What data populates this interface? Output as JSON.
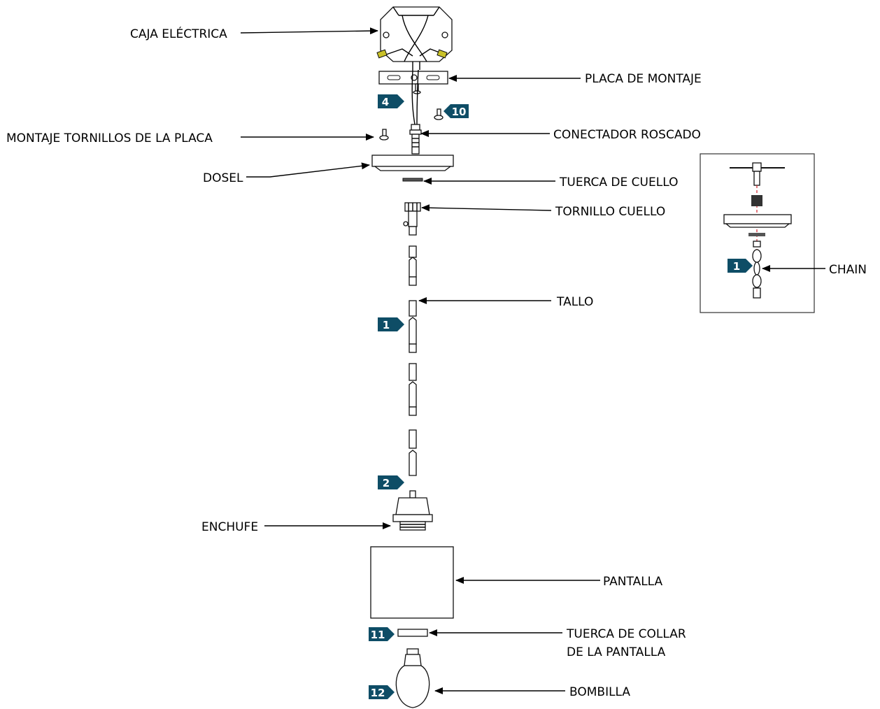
{
  "labels": {
    "caja": "CAJA ELÉCTRICA",
    "placa": "PLACA DE MONTAJE",
    "tornillos": "MONTAJE TORNILLOS DE LA PLACA",
    "conector": "CONECTADOR ROSCADO",
    "dosel": "DOSEL",
    "tuerca_cuello": "TUERCA DE CUELLO",
    "tornillo_cuello": "TORNILLO CUELLO",
    "chain": "CHAIN",
    "tallo": "TALLO",
    "enchufe": "ENCHUFE",
    "pantalla": "PANTALLA",
    "tuerca_collar_1": "TUERCA DE COLLAR",
    "tuerca_collar_2": "DE LA PANTALLA",
    "bombilla": "BOMBILLA"
  },
  "badges": {
    "b4": "4",
    "b10": "10",
    "b1_tallo": "1",
    "b1_chain": "1",
    "b2": "2",
    "b11": "11",
    "b12": "12"
  },
  "colors": {
    "badge": "#0e4d66",
    "line": "#000000",
    "chain_dash": "#d0202a"
  }
}
